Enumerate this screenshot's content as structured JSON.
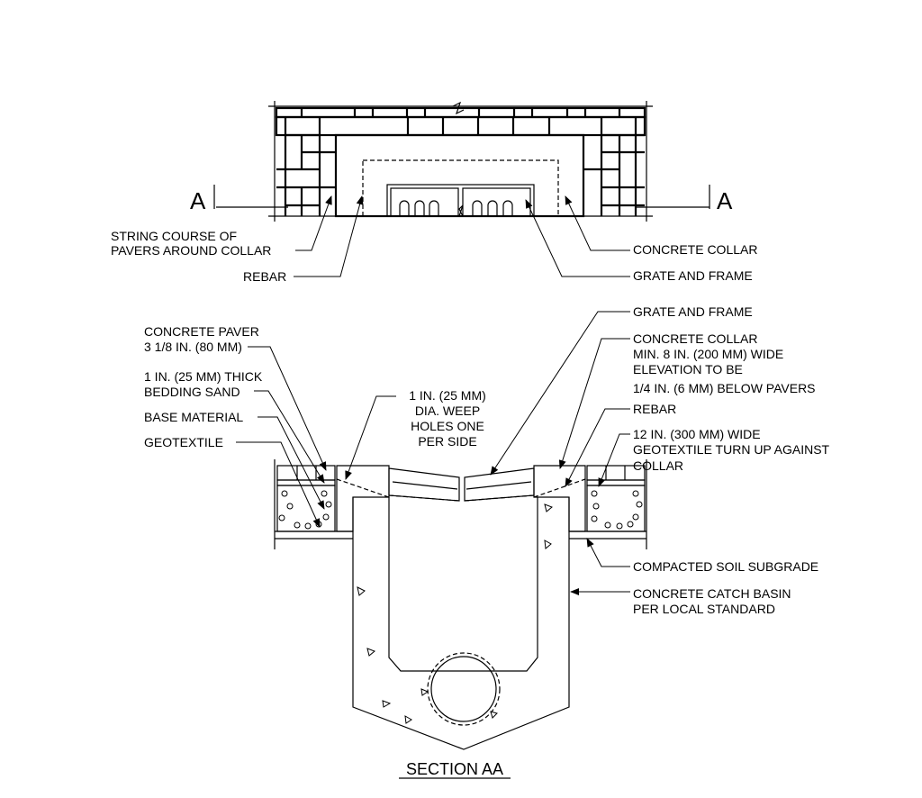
{
  "plan": {
    "section_mark_left": "A",
    "section_mark_right": "A",
    "labels": {
      "string_course": [
        "STRING COURSE OF",
        "PAVERS AROUND COLLAR"
      ],
      "rebar": "REBAR",
      "concrete_collar": "CONCRETE COLLAR",
      "grate_and_frame": "GRATE AND FRAME"
    }
  },
  "section": {
    "title": "SECTION AA",
    "labels": {
      "grate_and_frame": "GRATE AND FRAME",
      "concrete_paver": [
        "CONCRETE PAVER",
        "3 1/8 IN. (80 MM)"
      ],
      "bedding_sand": [
        "1 IN. (25 MM) THICK",
        "BEDDING SAND"
      ],
      "base_material": "BASE MATERIAL",
      "geotextile": "GEOTEXTILE",
      "weep_holes": [
        "1 IN. (25 MM)",
        "DIA. WEEP",
        "HOLES ONE",
        "PER SIDE"
      ],
      "concrete_collar": [
        "CONCRETE COLLAR",
        "MIN. 8 IN. (200 MM) WIDE",
        "ELEVATION TO BE",
        "1/4 IN. (6 MM) BELOW PAVERS"
      ],
      "rebar": "REBAR",
      "geotextile_turn_up": [
        "12 IN. (300 MM) WIDE",
        "GEOTEXTILE TURN UP AGAINST",
        "COLLAR"
      ],
      "subgrade": "COMPACTED SOIL SUBGRADE",
      "catch_basin": [
        "CONCRETE CATCH BASIN",
        "PER LOCAL STANDARD"
      ]
    }
  }
}
